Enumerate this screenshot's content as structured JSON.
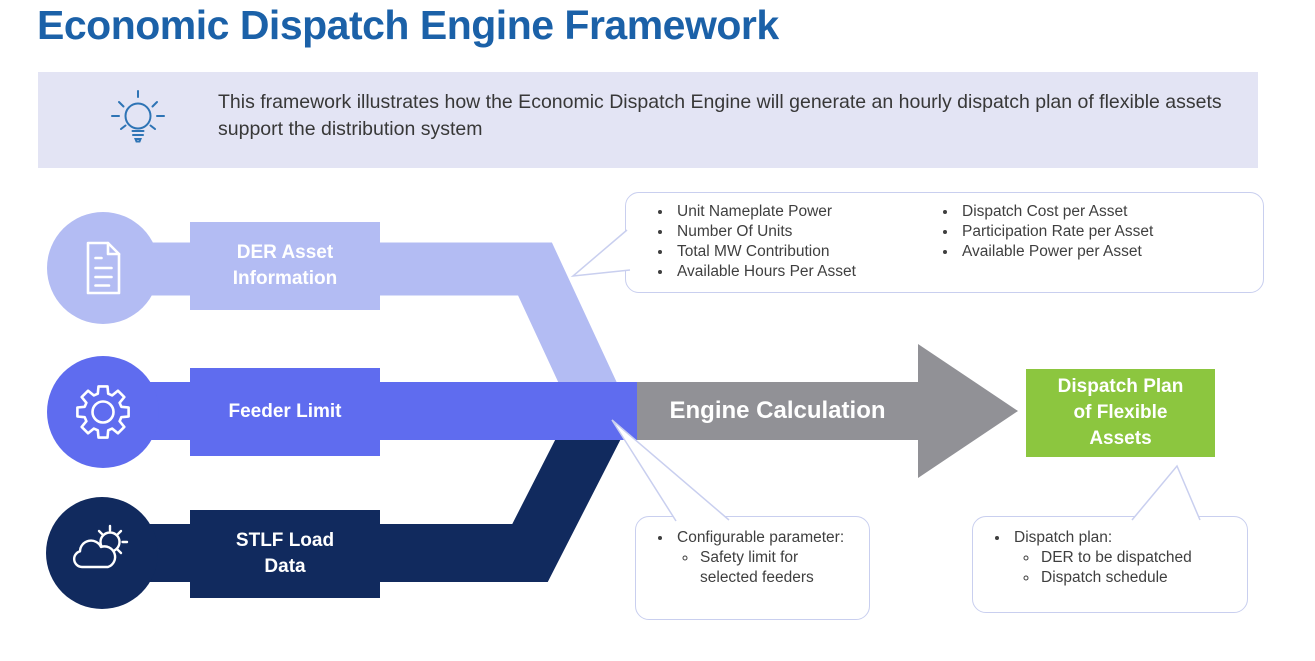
{
  "title": "Economic Dispatch Engine Framework",
  "banner": {
    "icon": "lightbulb-icon",
    "text": "This framework illustrates how the Economic Dispatch Engine will generate an hourly dispatch plan of flexible assets support the distribution system"
  },
  "inputs": [
    {
      "id": "der",
      "label": "DER Asset Information",
      "icon": "document-icon"
    },
    {
      "id": "feeder",
      "label": "Feeder Limit",
      "icon": "gear-icon"
    },
    {
      "id": "stlf",
      "label": "STLF Load Data",
      "icon": "cloud-sun-icon"
    }
  ],
  "engine": {
    "label": "Engine Calculation"
  },
  "output": {
    "label": "Dispatch Plan of Flexible Assets"
  },
  "callouts": {
    "asset_info": {
      "col1": [
        "Unit Nameplate Power",
        "Number Of Units",
        "Total MW Contribution",
        "Available Hours Per Asset"
      ],
      "col2": [
        "Dispatch Cost per Asset",
        "Participation Rate per Asset",
        "Available Power per Asset"
      ]
    },
    "feeder": {
      "title": "Configurable parameter:",
      "items": [
        "Safety limit for selected feeders"
      ]
    },
    "dispatch": {
      "title": "Dispatch plan:",
      "items": [
        "DER to be dispatched",
        "Dispatch schedule"
      ]
    }
  },
  "colors": {
    "title_blue": "#1B61A8",
    "banner_bg": "#E3E4F4",
    "banner_icon_blue": "#2E74B5",
    "der_periwinkle": "#B3BCF3",
    "feeder_blue": "#5F6CEF",
    "stlf_navy": "#112A5E",
    "arrow_gray": "#919196",
    "output_green": "#8CC63F",
    "callout_border": "#C9CFEF",
    "body_text": "#3F3F3F"
  }
}
